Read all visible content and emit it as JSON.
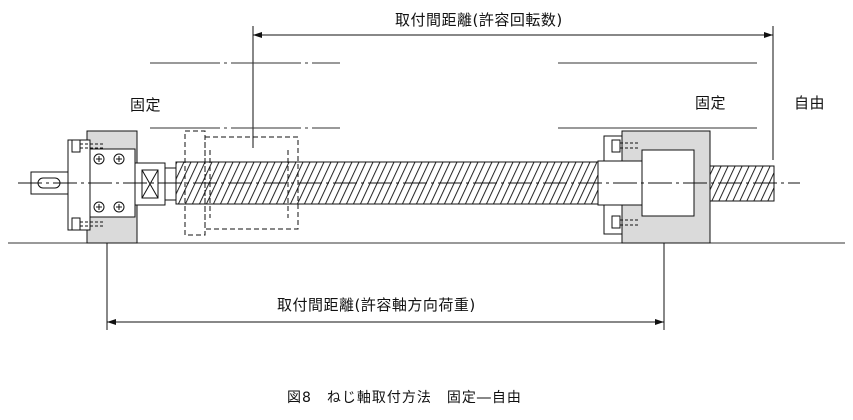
{
  "figure": {
    "dim_top": "取付間距離(許容回転数)",
    "dim_bottom": "取付間距離(許容軸方向荷重)",
    "label_fixed_left": "固定",
    "label_fixed_right": "固定",
    "label_free": "自由",
    "caption": "図8　ねじ軸取付方法　固定―自由"
  },
  "colors": {
    "line": "#111111",
    "housing_fill": "#dadada",
    "hatch": "#111111"
  }
}
